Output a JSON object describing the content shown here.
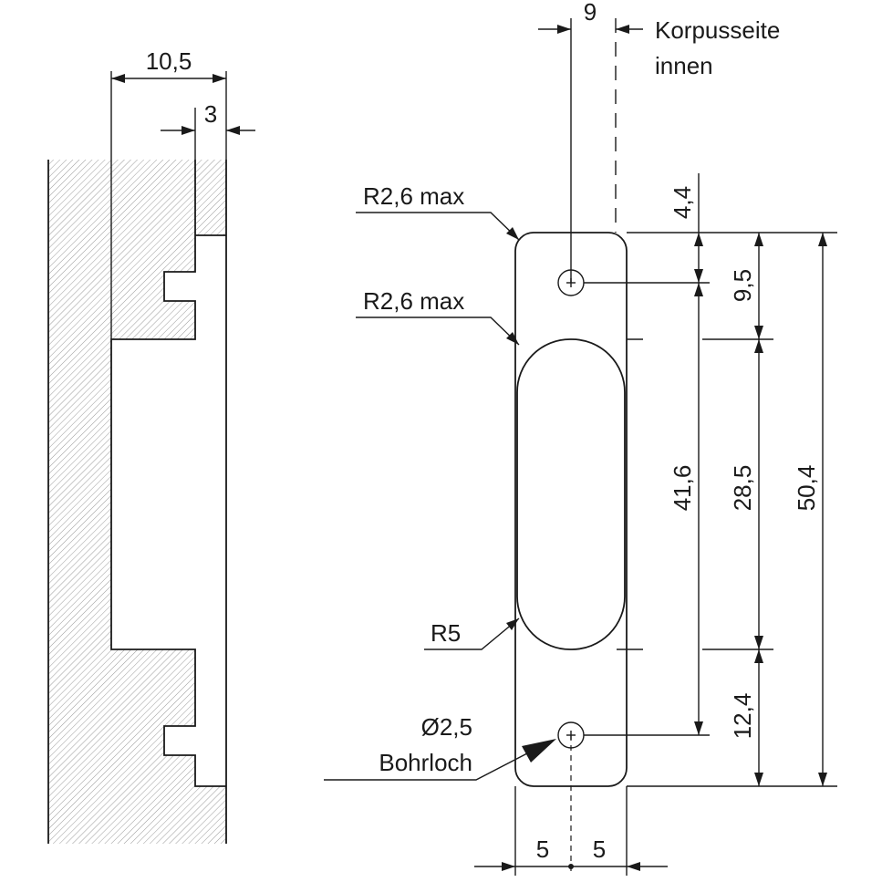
{
  "section_view": {
    "dim_total": "10,5",
    "dim_inner": "3"
  },
  "plate_view": {
    "dim_top_offset": "9",
    "inner_side_label_line1": "Korpusseite",
    "inner_side_label_line2": "innen",
    "radius_top_corner": "R2,6 max",
    "radius_slot_corner": "R2,6 max",
    "radius_slot_end": "R5",
    "hole_label_diameter": "Ø2,5",
    "hole_label_name": "Bohrloch",
    "dim_top_to_hole": "4,4",
    "dim_hole_to_slot": "9,5",
    "dim_hole_spacing": "41,6",
    "dim_slot_length": "28,5",
    "dim_total_height": "50,4",
    "dim_slot_to_bottom": "12,4",
    "dim_half_width_left": "5",
    "dim_half_width_right": "5"
  }
}
